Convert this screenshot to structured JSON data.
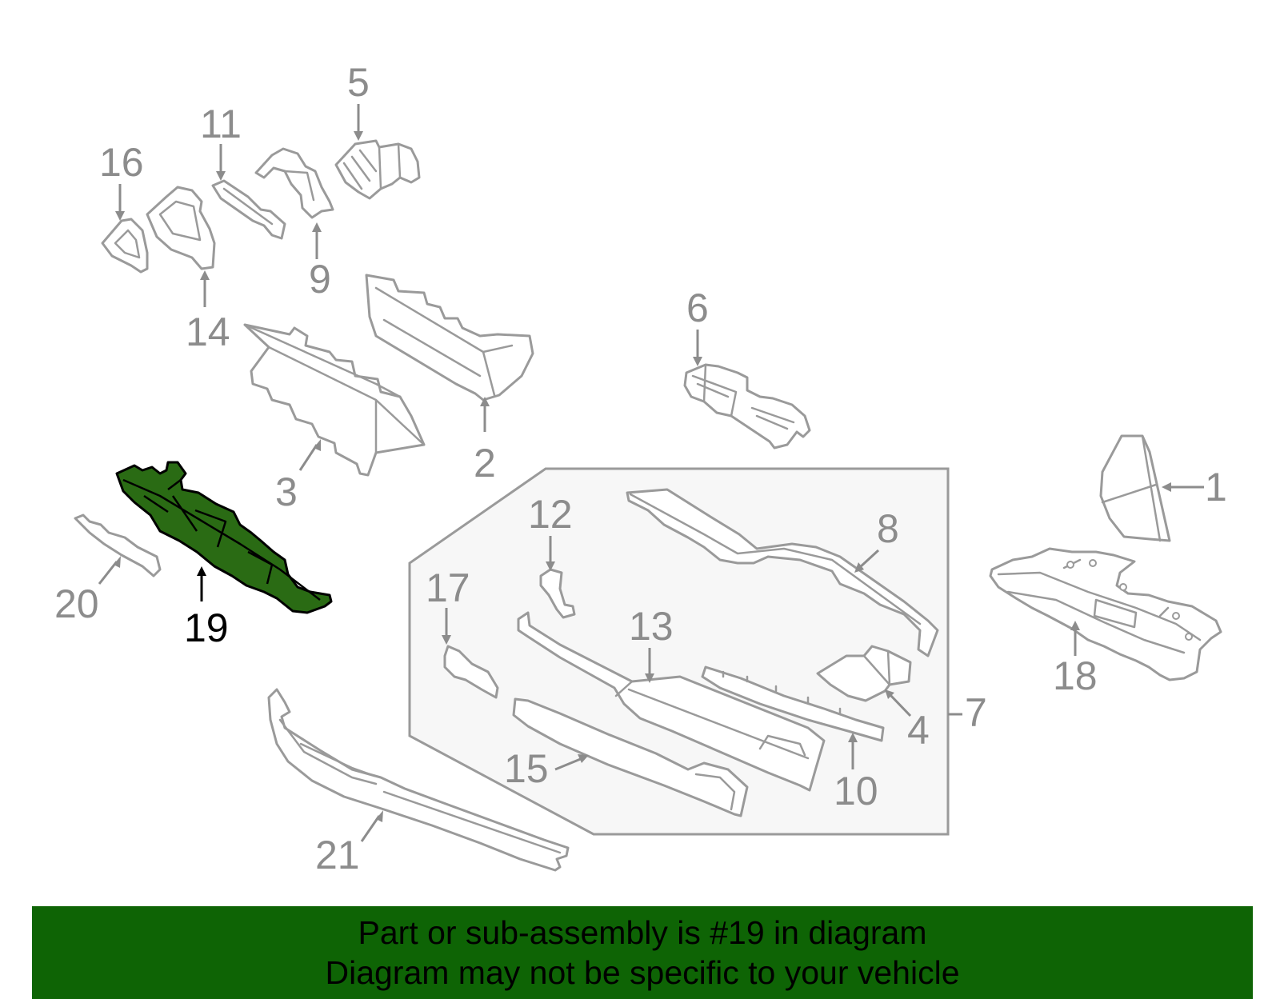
{
  "callouts": [
    "1",
    "2",
    "3",
    "4",
    "5",
    "6",
    "7",
    "8",
    "9",
    "10",
    "11",
    "12",
    "13",
    "14",
    "15",
    "16",
    "17",
    "18",
    "19",
    "20",
    "21"
  ],
  "highlighted_callout": "19",
  "banner": {
    "line1": "Part or sub-assembly is #19 in diagram",
    "line2": "Diagram may not be specific to your vehicle"
  },
  "colors": {
    "highlight_fill": "#2a6b14",
    "banner_bg": "#0e6405",
    "callout_gray": "#8c8c8c",
    "outline_gray": "#9a9a9a",
    "group_box_fill": "#f7f7f7"
  }
}
